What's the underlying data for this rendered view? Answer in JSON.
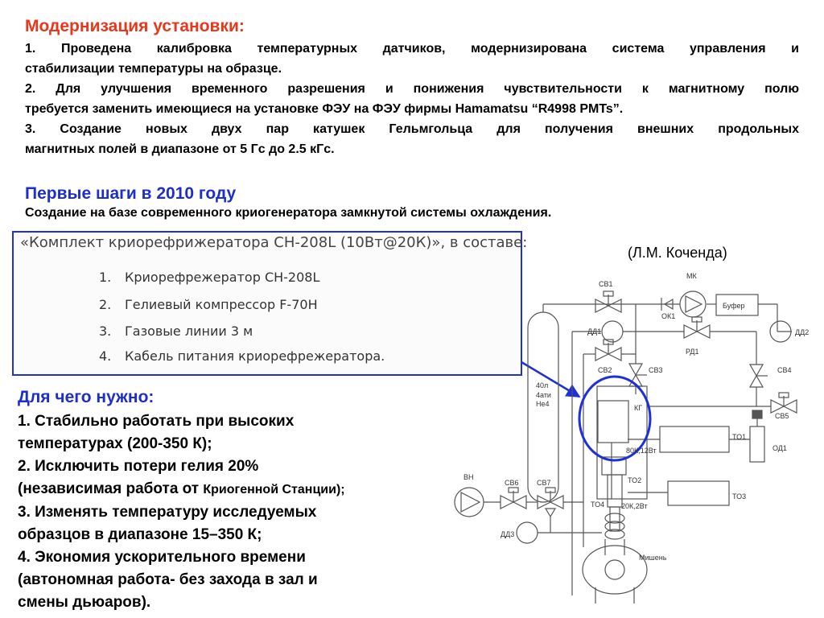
{
  "section1": {
    "heading": "Модернизация установки:",
    "lines": [
      "1. Проведена калибровка температурных датчиков, модернизирована система управления и",
      "стабилизации температуры на образце.",
      "2. Для улучшения временного разрешения и понижения чувствительности к магнитному полю",
      "требуется заменить имеющиеся на установке ФЭУ на ФЭУ фирмы Hamamatsu “R4998 PMTs”.",
      "3. Создание новых двух пар катушек Гельмгольца для получения внешних продольных",
      "магнитных полей в диапазоне от 5 Гс до 2.5 кГс."
    ]
  },
  "section2": {
    "heading": "Первые шаги в 2010 году",
    "subtitle": "Создание на базе современного криогенератора замкнутой системы охлаждения."
  },
  "kit_box": {
    "title": "«Комплект криорефрижератора СН-208L (10Вт@20К)», в составе:",
    "items": [
      {
        "num": "1.",
        "text": "Криорефрежератор СН-208L"
      },
      {
        "num": "2.",
        "text": "Гелиевый компрессор F-70H"
      },
      {
        "num": "3.",
        "text": "Газовые линии 3 м"
      },
      {
        "num": "4.",
        "text": "Кабель питания криорефрежератора."
      }
    ]
  },
  "author": "(Л.М. Коченда)",
  "section3": {
    "heading": "Для чего нужно:",
    "lines": [
      "1. Стабильно работать при высоких",
      "температурах (200-350 К);",
      "2. Исключить потери гелия 20%",
      "(независимая работа от ",
      "Криогенной Станции);",
      "3. Изменять температуру исследуемых",
      "образцов в диапазоне 15–350 К;",
      "4. Экономия ускорительного времени",
      "(автономная работа- без захода в зал и",
      "смены дьюаров)."
    ]
  },
  "diagram": {
    "labels": {
      "cv1": "СВ1",
      "mk": "МК",
      "ok1": "ОК1",
      "bufer": "Буфер",
      "dd1": "ДД1",
      "dd2": "ДД2",
      "rd1": "РД1",
      "cv2": "СВ2",
      "cv3": "СВ3",
      "cv4": "СВ4",
      "cv5": "СВ5",
      "cylinder": "40л\n4ати\nНе4",
      "kg": "КГ",
      "p80k": "80К,12Вт",
      "to1": "ТО1",
      "od1": "ОД1",
      "vn": "ВН",
      "cv6": "СВ6",
      "cv7": "СВ7",
      "to2": "ТО2",
      "to3": "ТО3",
      "to4": "ТО4",
      "p20k": "20К,2Вт",
      "dd3": "ДД3",
      "target": "Мишень"
    }
  }
}
